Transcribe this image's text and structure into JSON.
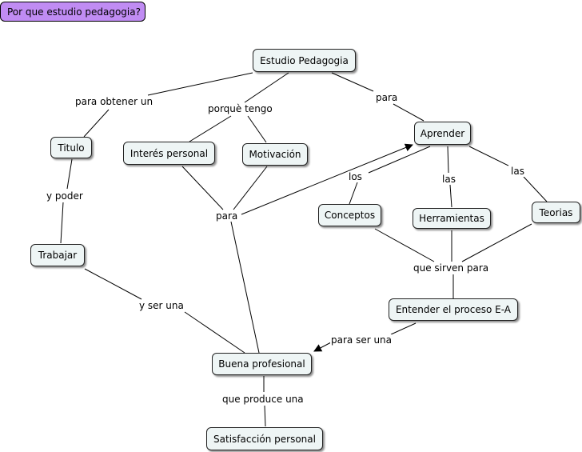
{
  "title": "Por que estudio pedagogia?",
  "nodes": {
    "estudio": "Estudio Pedagogia",
    "aprender": "Aprender",
    "titulo": "Titulo",
    "interes": "Interés personal",
    "motivacion": "Motivación",
    "trabajar": "Trabajar",
    "conceptos": "Conceptos",
    "herramientas": "Herramientas",
    "teorias": "Teorias",
    "entender": "Entender el proceso E-A",
    "buena": "Buena profesional",
    "satisfaccion": "Satisfacción personal"
  },
  "links": {
    "para_obtener": "para obtener un",
    "porque": "porquè tengo",
    "para_top": "para",
    "y_poder": "y poder",
    "para_mid": "para",
    "los": "los",
    "las_1": "las",
    "las_2": "las",
    "que_sirven": "que sirven para",
    "y_ser": "y ser una",
    "para_ser": "para ser una",
    "que_produce": "que produce una"
  }
}
